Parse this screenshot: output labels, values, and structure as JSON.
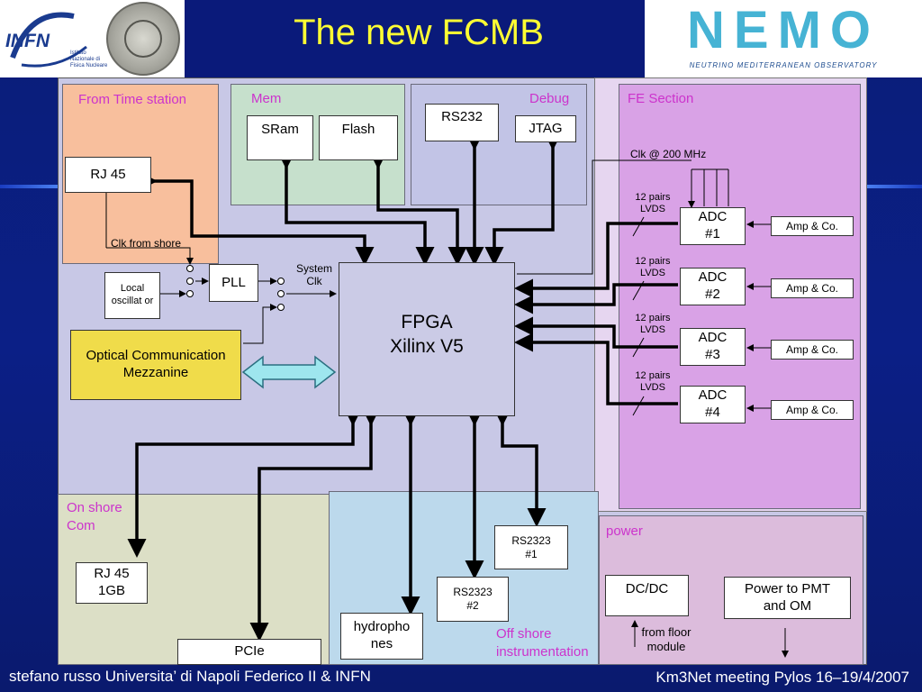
{
  "slide": {
    "title": "The new FCMB",
    "footer_left": "stefano russo Universita’ di Napoli Federico II & INFN",
    "footer_right": "Km3Net meeting Pylos 16–19/4/2007"
  },
  "logos": {
    "infn_text": "INFN",
    "infn_sub": "Istituto Nazionale di Fisica Nucleare",
    "nemo_text": "NEMO",
    "nemo_sub": "NEUTRINO MEDITERRANEAN OBSERVATORY"
  },
  "regions": {
    "time_station": "From Time station",
    "mem": "Mem",
    "debug": "Debug",
    "fe_section": "FE Section",
    "onshore": "On shore Com",
    "offshore": "Off shore instrumentation",
    "power": "power"
  },
  "blocks": {
    "rj45": "RJ 45",
    "sram": "SRam",
    "flash": "Flash",
    "rs232": "RS232",
    "jtag": "JTAG",
    "pll": "PLL",
    "local_osc": "Local oscillat or",
    "optical": "Optical Communication Mezzanine",
    "fpga_line1": "FPGA",
    "fpga_line2": "Xilinx V5",
    "adc": [
      "ADC #1",
      "ADC #2",
      "ADC #3",
      "ADC #4"
    ],
    "amp": [
      "Amp & Co.",
      "Amp & Co.",
      "Amp & Co.",
      "Amp & Co."
    ],
    "rj45_1gb": "RJ 45 1GB",
    "pcie": "PCIe",
    "hydrophones": "hydropho nes",
    "rs2323_1": "RS2323 #1",
    "rs2323_2": "RS2323 #2",
    "dcdc": "DC/DC",
    "power_pmt": "Power to PMT and OM"
  },
  "labels": {
    "clk_shore": "Clk from shore",
    "system_clk": "System Clk",
    "clk_200": "Clk @ 200 MHz",
    "lvds": [
      "12 pairs LVDS",
      "12 pairs LVDS",
      "12 pairs LVDS",
      "12 pairs LVDS"
    ],
    "floor_module": "from floor module"
  },
  "colors": {
    "background": "#0b1f86",
    "title": "#ffff33",
    "time_station": "#f8bf9d",
    "mem": "#c6e0cc",
    "debug": "#c2c4e6",
    "fe_section": "#d9a2e6",
    "onshore": "#dcdfc6",
    "offshore": "#bcd9ec",
    "power": "#dcbcdc",
    "optical": "#f0dc4a",
    "fpga": "#cbcbe6",
    "magenta_text": "#cc33cc"
  }
}
